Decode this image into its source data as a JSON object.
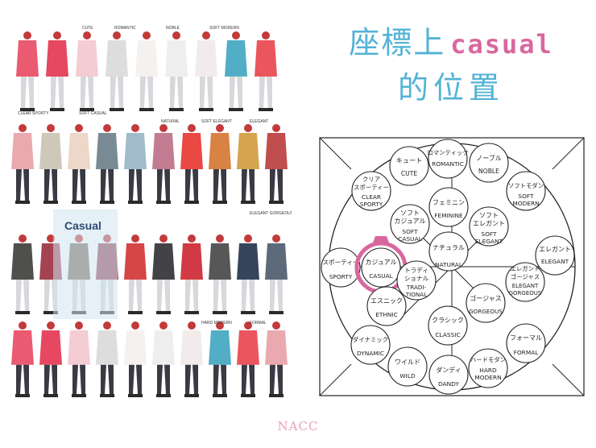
{
  "slide": {
    "title_main": "座標上",
    "title_accent": "casual",
    "title_line2": "的位置",
    "footer": "NACC"
  },
  "collage": {
    "highlight_label": "Casual",
    "style_labels": [
      "CUTE",
      "ROMANTIC",
      "NOBLE",
      "SOFT MODERN",
      "CLEAR SPORTY",
      "SOFT CASUAL",
      "NATURAL",
      "SOFT ELEGANT",
      "ELEGANT",
      "ELEGANT GORGEOUS",
      "HARD MODERN",
      "FORMAL"
    ],
    "figure_colors": [
      "#e84862",
      "#e2344f",
      "#f2c6cf",
      "#d9d9d9",
      "#f4f0ec",
      "#ececec",
      "#f1e9e9",
      "#3ea5c0",
      "#e9434d",
      "#e8a0a6",
      "#c9c2b4",
      "#ead3c2",
      "#6b7d88",
      "#97b4c6",
      "#bb6e86",
      "#e8342f",
      "#d4742f",
      "#cf9a3c",
      "#b93b3b",
      "#3c3d3a",
      "#9b2f3d",
      "#6e5b4a",
      "#8a2d44",
      "#d23232",
      "#2f2f33",
      "#cc2530",
      "#454545",
      "#20304a",
      "#4a5a6a"
    ]
  },
  "diagram": {
    "nodes": {
      "cute": {
        "ja": "キュート",
        "en": "CUTE"
      },
      "romantic": {
        "ja": "ロマンティック",
        "en": "ROMANTIC"
      },
      "noble": {
        "ja": "ノーブル",
        "en": "NOBLE"
      },
      "clear_sporty": {
        "ja1": "クリア",
        "ja2": "スポーティー",
        "en1": "CLEAR",
        "en2": "SPORTY"
      },
      "soft_modern": {
        "ja": "ソフトモダン",
        "en1": "SOFT",
        "en2": "MODERN"
      },
      "feminine": {
        "ja": "フェミニン",
        "en": "FEMININE"
      },
      "soft_casual": {
        "ja1": "ソフト",
        "ja2": "カジュアル",
        "en1": "SOFT",
        "en2": "CASUAL"
      },
      "soft_elegant": {
        "ja1": "ソフト",
        "ja2": "エレガント",
        "en1": "SOFT",
        "en2": "ELEGANT"
      },
      "natural": {
        "ja": "ナチュラル",
        "en": "NATURAL"
      },
      "elegant": {
        "ja": "エレガント",
        "en": "ELEGANT"
      },
      "sporty": {
        "ja": "スポーティー",
        "en": "SPORTY"
      },
      "casual": {
        "ja": "カジュアル",
        "en": "CASUAL"
      },
      "traditional": {
        "ja1": "トラディ",
        "ja2": "ショナル",
        "en1": "TRADI-",
        "en2": "TIONAL"
      },
      "elegant_gorgeous": {
        "ja1": "エレガント",
        "ja2": "ゴージャス",
        "en1": "ELEGANT",
        "en2": "GORGEOUS"
      },
      "ethnic": {
        "ja": "エスニック",
        "en": "ETHNIC"
      },
      "gorgeous": {
        "ja": "ゴージャス",
        "en": "GORGEOUS"
      },
      "classic": {
        "ja": "クラシック",
        "en": "CLASSIC"
      },
      "dynamic": {
        "ja": "ダイナミック",
        "en": "DYNAMIC"
      },
      "formal": {
        "ja": "フォーマル",
        "en": "FORMAL"
      },
      "wild": {
        "ja": "ワイルド",
        "en": "WILD"
      },
      "dandy": {
        "ja": "ダンディ",
        "en": "DANDY"
      },
      "hard_modern": {
        "ja": "ハードモダン",
        "en1": "HARD",
        "en2": "MODERN"
      }
    },
    "highlight_color": "#d9679f"
  }
}
